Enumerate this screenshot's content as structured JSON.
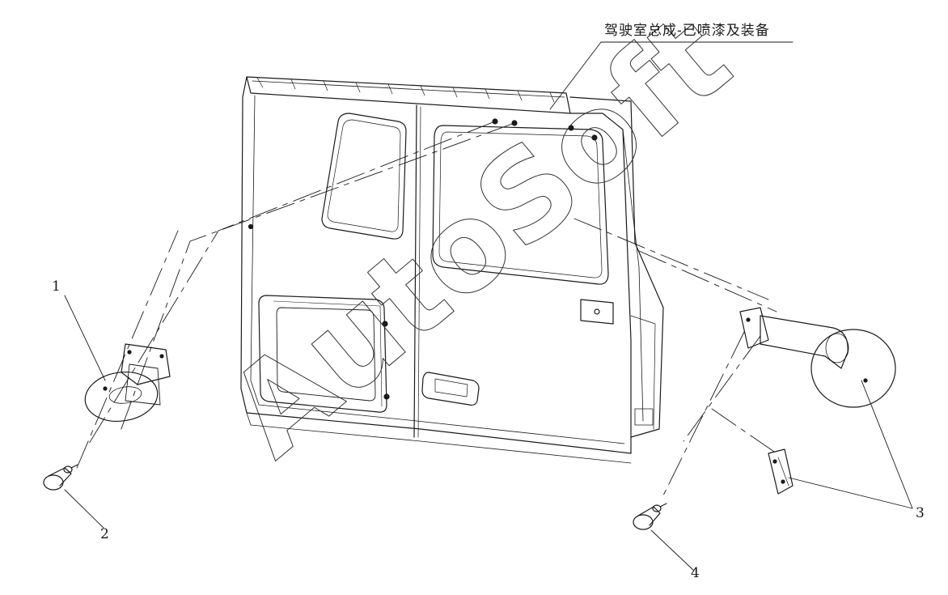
{
  "assembly_label": "驾驶室总成-已喷漆及装备",
  "callouts": {
    "one": "1",
    "two": "2",
    "three": "3",
    "four": "4"
  },
  "watermark": "AutoSoft",
  "colors": {
    "line": "#1a1a1a",
    "watermark_stroke": "#333333"
  }
}
